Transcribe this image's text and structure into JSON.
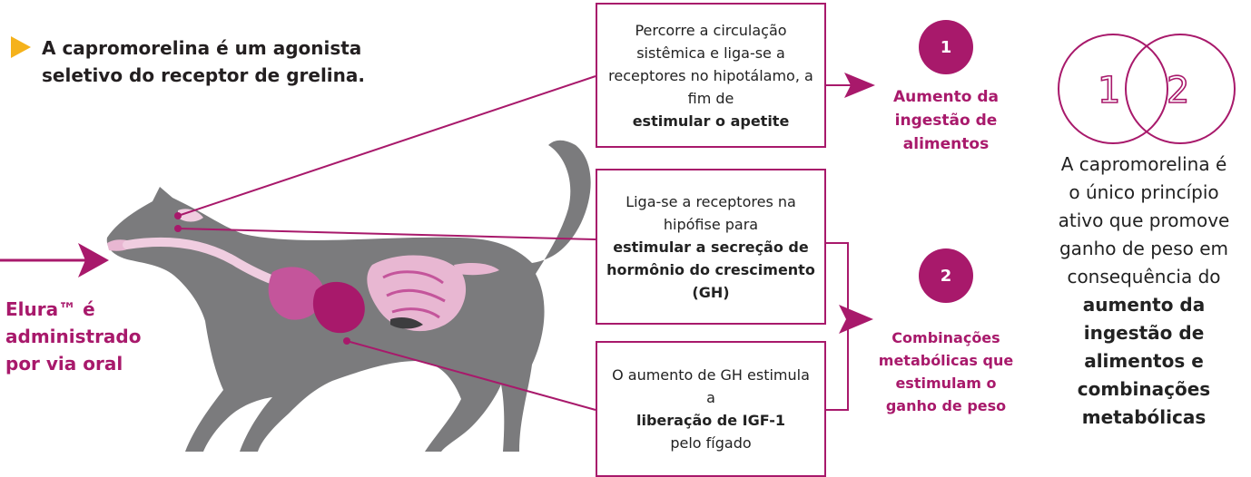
{
  "headline": "A capromorelina é um agonista seletivo do receptor de grelina.",
  "admin_text": "Elura™ é administrado por via oral",
  "boxes": [
    {
      "text": "Percorre a circulação sistêmica e liga-se a receptores no hipotálamo, a fim de",
      "bold": "estimular o apetite",
      "after": ""
    },
    {
      "text": "Liga-se a receptores na hipófise para",
      "bold": "estimular a secreção de hormônio do crescimento (GH)",
      "after": ""
    },
    {
      "text": "O aumento de GH estimula a",
      "bold": "liberação de IGF-1",
      "after": "pelo fígado"
    }
  ],
  "outcomes": [
    {
      "number": "1",
      "label": "Aumento da ingestão de alimentos"
    },
    {
      "number": "2",
      "label": "Combinações metabólicas que estimulam o ganho de peso"
    }
  ],
  "venn": {
    "left": "1",
    "right": "2"
  },
  "side_text": {
    "regular": "A capromorelina é o único princípio ativo que promove ganho de peso em consequência do",
    "bold": "aumento da ingestão de alimentos e combinações metabólicas"
  },
  "colors": {
    "accent": "#a8196b",
    "bullet": "#f5b21b",
    "cat_body": "#7b7b7d",
    "organ_pink": "#e8b7d2",
    "organ_magenta": "#c4559b"
  }
}
